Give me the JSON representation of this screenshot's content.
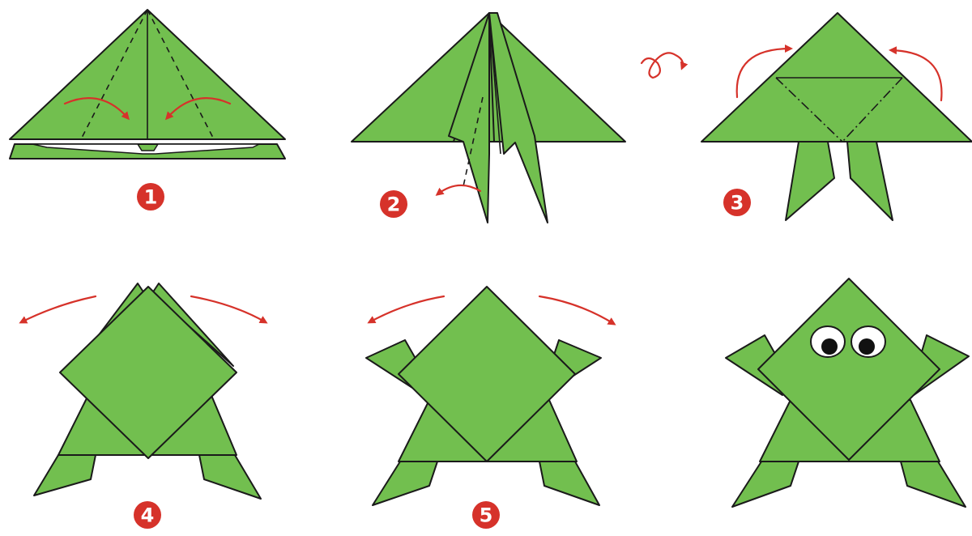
{
  "colors": {
    "paper": "#72bf4f",
    "paper_shade": "#64b043",
    "outline": "#1a1a1a",
    "arrow": "#d6322a",
    "badge": "#d6322a",
    "eye_white": "#ffffff",
    "pupil": "#111111"
  },
  "steps": [
    {
      "number": "1"
    },
    {
      "number": "2"
    },
    {
      "number": "3"
    },
    {
      "number": "4"
    },
    {
      "number": "5"
    }
  ],
  "icons": {
    "flip": "flip-over-icon",
    "fold_arrow": "curved-arrow-icon"
  }
}
